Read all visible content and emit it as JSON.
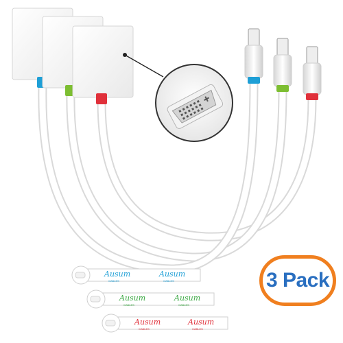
{
  "product": {
    "badge_text": "3 Pack",
    "adapter_count": 3,
    "accent_colors": [
      "#1e9fd6",
      "#7dbe32",
      "#e0303a"
    ],
    "badge_colors": {
      "border": "#f07f1f",
      "text": "#2a6fc0"
    }
  },
  "cable_ties": [
    {
      "color": "#1e9fd6",
      "logo_text": "Ausum",
      "logo_subtext": "CABLES"
    },
    {
      "color": "#3aa842",
      "logo_text": "Ausum",
      "logo_subtext": "CABLES"
    },
    {
      "color": "#e0303a",
      "logo_text": "Ausum",
      "logo_subtext": "CABLES"
    }
  ],
  "icons": [
    "dvi-port-icon",
    "mini-displayport-plug-icon",
    "cable-tie-icon"
  ]
}
